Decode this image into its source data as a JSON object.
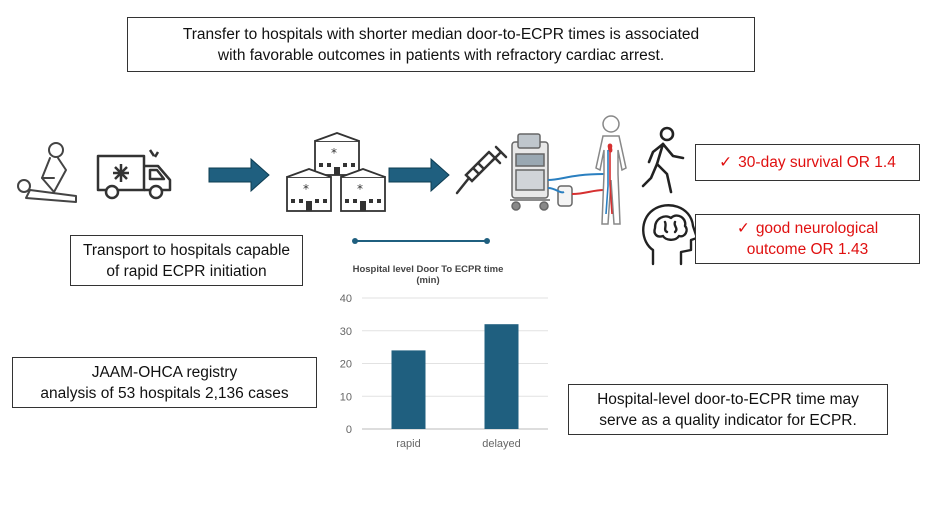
{
  "headline": {
    "line1": "Transfer to hospitals with shorter median door-to-ECPR times is associated",
    "line2": "with favorable outcomes in patients with refractory cardiac arrest."
  },
  "transport_box": {
    "line1": "Transport to hospitals capable",
    "line2": "of rapid ECPR initiation"
  },
  "registry_box": {
    "line1": "JAAM-OHCA registry",
    "line2": "analysis of 53 hospitals 2,136 cases"
  },
  "indicator_box": {
    "line1": "Hospital-level door-to-ECPR time may",
    "line2": "serve as a quality indicator for ECPR."
  },
  "outcomes": {
    "survival": {
      "check": "✓",
      "text": "30-day survival  OR 1.4"
    },
    "neuro": {
      "check": "✓",
      "line1": "good neurological",
      "line2": "outcome  OR 1.43"
    }
  },
  "icons": [
    "cpr-person-icon",
    "ambulance-icon",
    "hospital-buildings-icon",
    "syringe-icon",
    "ecmo-machine-icon",
    "human-body-icon",
    "walking-person-icon",
    "brain-head-icon"
  ],
  "colors": {
    "accent": "#1f5f7f",
    "bar": "#1f5f7f",
    "check": "#e01010"
  },
  "chart_data": {
    "type": "bar",
    "title_line1": "Hospital level Door To ECPR time",
    "title_line2": "(min)",
    "categories": [
      "rapid",
      "delayed"
    ],
    "values": [
      24,
      32
    ],
    "ylim": [
      0,
      40
    ],
    "yticks": [
      "0",
      "10",
      "20",
      "30",
      "40"
    ],
    "grid": true
  }
}
